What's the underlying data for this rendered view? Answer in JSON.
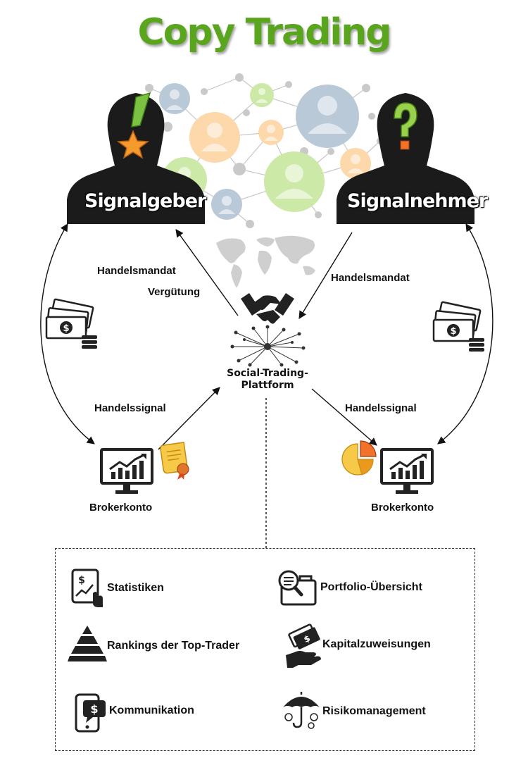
{
  "title": "Copy Trading",
  "colors": {
    "title": "#5aa51e",
    "silhouette": "#1b1b1b",
    "network_orange": "#fbd6a8",
    "network_green": "#c9e8a6",
    "network_blue": "#b8c9d9"
  },
  "signal_provider": {
    "label": "Signalgeber",
    "icon": "star-exclamation-icon"
  },
  "signal_receiver": {
    "label": "Signalnehmer",
    "icon": "question-mark-icon"
  },
  "platform": {
    "label": "Social-Trading-\nPlattform",
    "icon": "handshake-icon"
  },
  "edges": {
    "platform_to_provider_1": "Handelsmandat",
    "platform_to_provider_2": "Vergütung",
    "receiver_to_platform": "Handelsmandat",
    "left_broker_to_platform": "Handelssignal",
    "platform_to_right_broker": "Handelssignal"
  },
  "brokers": {
    "left": {
      "label": "Brokerkonto",
      "icon": "monitor-chart-icon",
      "badge_icon": "certificate-icon"
    },
    "right": {
      "label": "Brokerkonto",
      "icon": "monitor-chart-icon",
      "badge_icon": "pie-chart-icon"
    }
  },
  "features": [
    {
      "label": "Statistiken",
      "icon": "tablet-chart-icon"
    },
    {
      "label": "Portfolio-Übersicht",
      "icon": "portfolio-icon"
    },
    {
      "label": "Rankings der Top-Trader",
      "icon": "pyramid-icon"
    },
    {
      "label": "Kapitalzuweisungen",
      "icon": "money-hand-icon"
    },
    {
      "label": "Kommunikation",
      "icon": "phone-chat-icon"
    },
    {
      "label": "Risikomanagement",
      "icon": "umbrella-icon"
    }
  ]
}
